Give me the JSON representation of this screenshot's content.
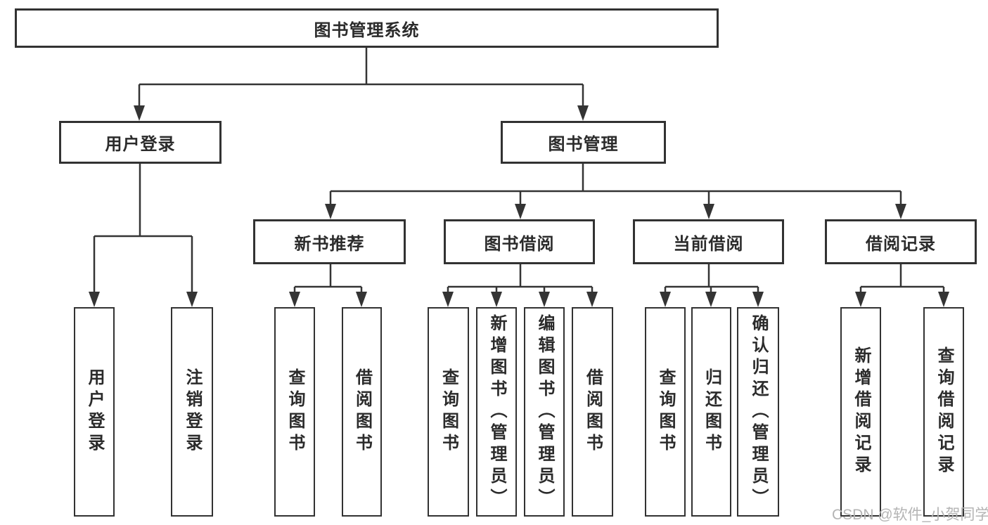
{
  "title": {
    "root": "图书管理系统"
  },
  "level2": {
    "user_login": "用户登录",
    "book_management": "图书管理"
  },
  "level3": {
    "new_book_recommend": "新书推荐",
    "book_borrow": "图书借阅",
    "current_borrow": "当前借阅",
    "borrow_record": "借阅记录"
  },
  "leaves": [
    "用户登录",
    "注销登录",
    "查询图书",
    "借阅图书",
    "查询图书",
    "新增图书（管理员）",
    "编辑图书（管理员）",
    "借阅图书",
    "查询图书",
    "归还图书",
    "确认归还（管理员）",
    "新增借阅记录",
    "查询借阅记录"
  ],
  "watermark": "CSDN @软件_小贺同学",
  "colors": {
    "line": "#343434",
    "text": "#2b2b2b",
    "watermark": "#b4b4b4",
    "background": "#ffffff"
  }
}
